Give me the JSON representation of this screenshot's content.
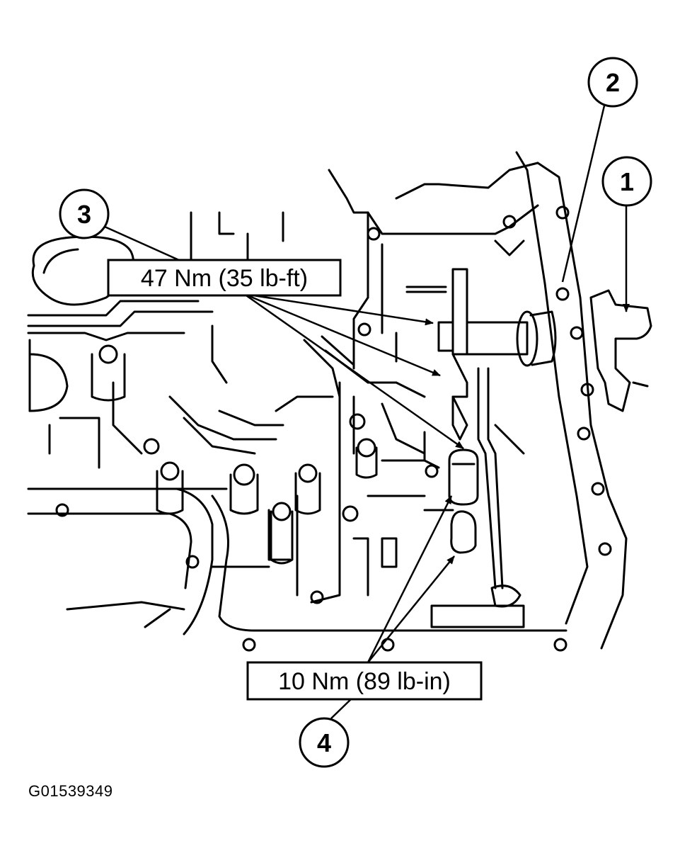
{
  "callouts": [
    {
      "number": "1"
    },
    {
      "number": "2"
    },
    {
      "number": "3"
    },
    {
      "number": "4"
    }
  ],
  "torque_labels": {
    "upper": "47 Nm (35 lb-ft)",
    "lower": "10 Nm (89 lb-in)"
  },
  "figure_id": "G01539349",
  "colors": {
    "line": "#000000",
    "background": "#ffffff"
  }
}
